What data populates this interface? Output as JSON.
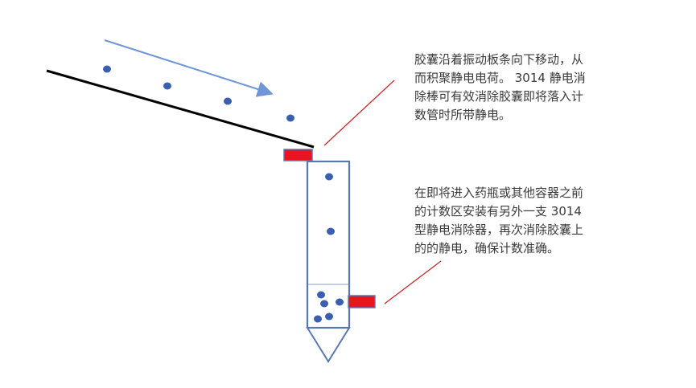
{
  "notes": {
    "top": {
      "lines": [
        "胶囊沿着振动板条向下移动，从",
        "而积聚静电电荷。 3014 静电消",
        "除棒可有效消除胶囊即将落入计",
        "数管时所带静电。"
      ]
    },
    "bottom": {
      "lines": [
        "在即将进入药瓶或其他容器之前",
        "的计数区安装有另外一支 3014",
        "型静电消除器，再次消除胶囊上",
        "的的静电，确保计数准确。"
      ]
    }
  },
  "colors": {
    "capsule": "#3a5fb0",
    "eliminator": "#e8141e",
    "tube": "#5a78b0",
    "arrow": "#6f96d8",
    "leader": "#c8282c",
    "chute": "#000000"
  }
}
